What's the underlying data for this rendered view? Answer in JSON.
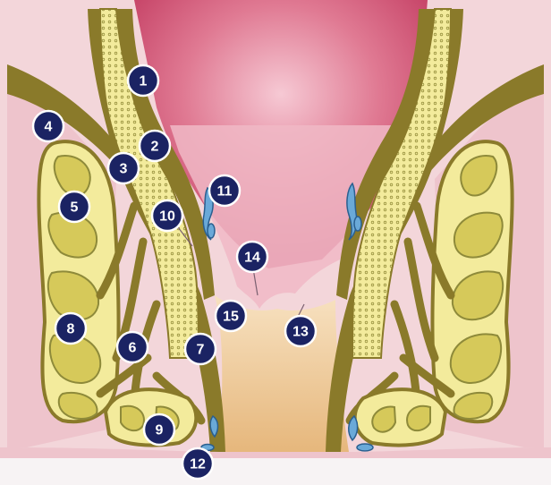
{
  "colors": {
    "background": "#f3d6da",
    "rectum_inner": "#d45a76",
    "mucosa": "#f0b8c6",
    "muscle_tan": "#8a7a2a",
    "fat_yellow": "#f3eb9c",
    "fat_spots": "#8e8a3a",
    "marker_fill": "#1b2363",
    "vessel_blue": "#6aa9d8",
    "canal_cream": "#f5dcb0"
  },
  "markers": [
    {
      "label": "1"
    },
    {
      "label": "2"
    },
    {
      "label": "3"
    },
    {
      "label": "4"
    },
    {
      "label": "5"
    },
    {
      "label": "6"
    },
    {
      "label": "7"
    },
    {
      "label": "8"
    },
    {
      "label": "9"
    },
    {
      "label": "10"
    },
    {
      "label": "11"
    },
    {
      "label": "12"
    },
    {
      "label": "13"
    },
    {
      "label": "14"
    },
    {
      "label": "15"
    }
  ]
}
